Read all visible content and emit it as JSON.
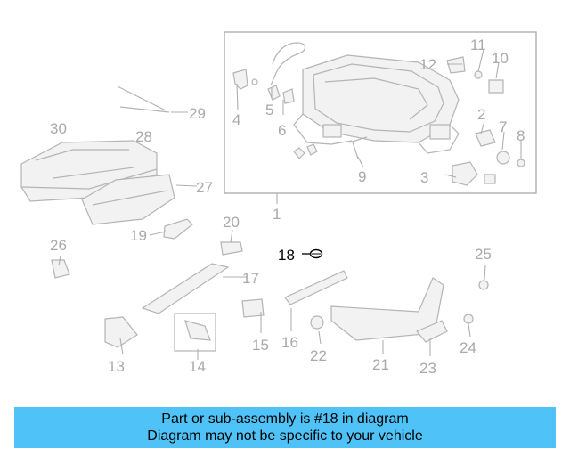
{
  "diagram": {
    "highlighted_part": "18",
    "callouts": [
      "1",
      "2",
      "3",
      "4",
      "5",
      "6",
      "7",
      "8",
      "9",
      "10",
      "11",
      "12",
      "13",
      "14",
      "15",
      "16",
      "17",
      "18",
      "19",
      "20",
      "21",
      "22",
      "23",
      "24",
      "25",
      "26",
      "27",
      "28",
      "29",
      "30"
    ]
  },
  "banner": {
    "line1": "Part or sub-assembly is #18 in diagram",
    "line2": "Diagram may not be specific to your vehicle",
    "background": "#4fc3f7"
  }
}
